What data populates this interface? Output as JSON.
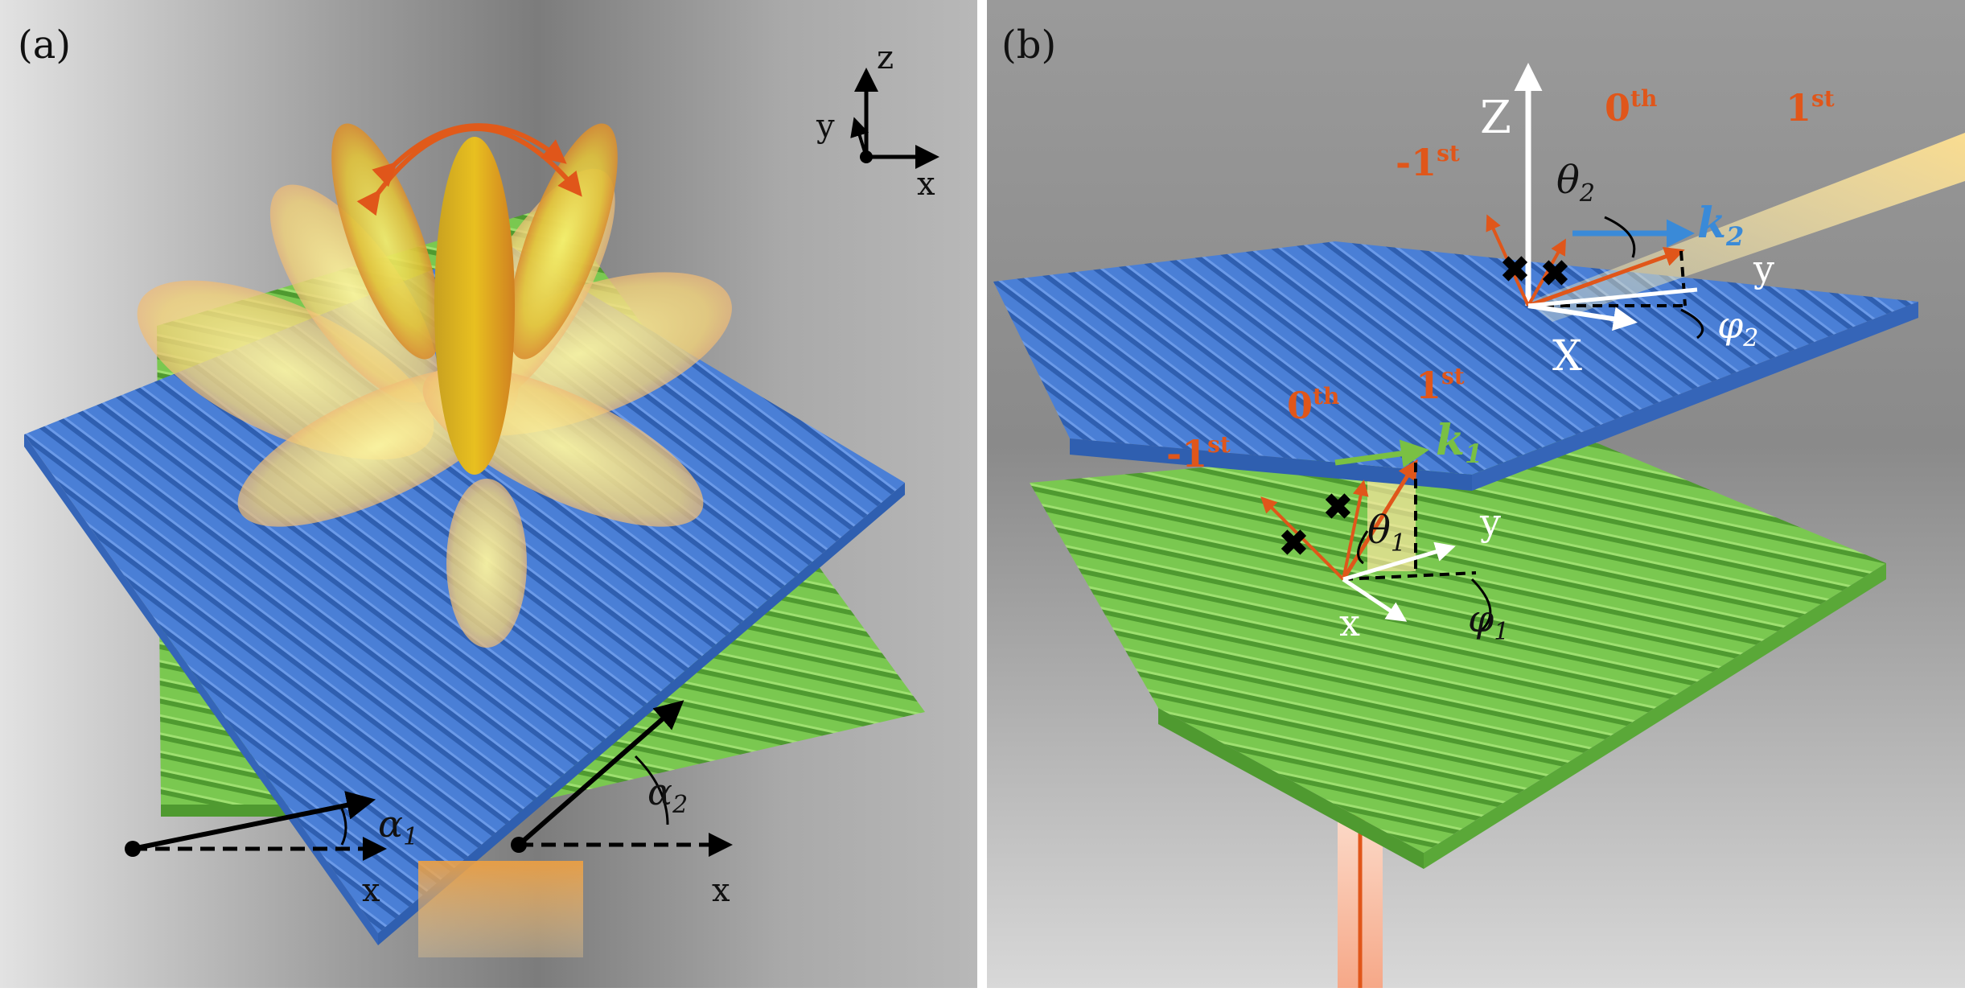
{
  "panel_a": {
    "label": "(a)",
    "axes": {
      "z": "z",
      "y": "y",
      "x": "x"
    },
    "alpha1": "α",
    "alpha1_sub": "1",
    "alpha2": "α",
    "alpha2_sub": "2",
    "x_left": "x",
    "x_right": "x"
  },
  "panel_b": {
    "label": "(b)",
    "top": {
      "z": "Z",
      "order_m1": "-1",
      "order_m1_sup": "st",
      "order_0": "0",
      "order_0_sup": "th",
      "order_1": "1",
      "order_1_sup": "st",
      "theta": "θ",
      "theta_sub": "2",
      "k": "k",
      "k_sub": "2",
      "y": "y",
      "x": "X",
      "phi": "φ",
      "phi_sub": "2"
    },
    "bottom": {
      "order_m1": "-1",
      "order_m1_sup": "st",
      "order_0": "0",
      "order_0_sup": "th",
      "order_1": "1",
      "order_1_sup": "st",
      "theta": "θ",
      "theta_sub": "1",
      "k": "k",
      "k_sub": "1",
      "y": "y",
      "x": "x",
      "phi": "φ",
      "phi_sub": "1"
    }
  },
  "colors": {
    "blue_grating": "#4a7fd6",
    "green_grating": "#78c850",
    "orange_label": "#e0561a",
    "k2_blue": "#3a8ad8",
    "k1_green": "#7ac043",
    "petal_yellow": "#e8d020"
  }
}
